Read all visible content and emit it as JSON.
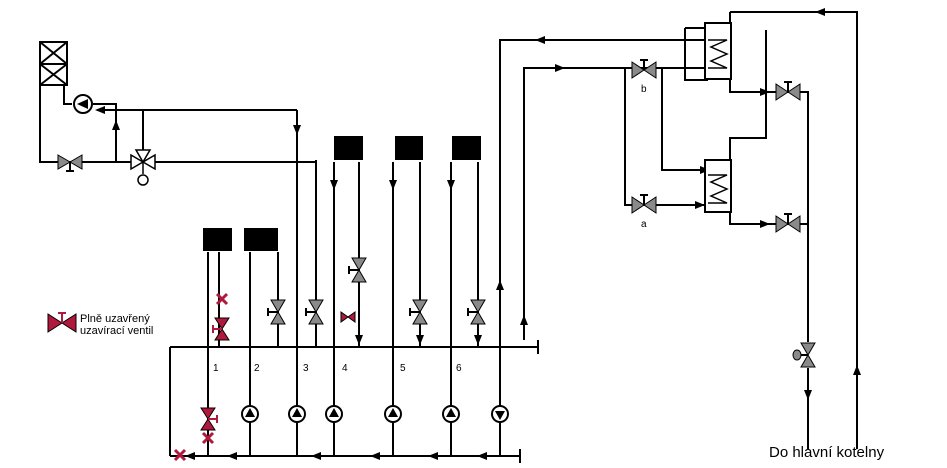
{
  "legend": {
    "line1": "Plně uzavřený",
    "line2": "uzavírací ventil"
  },
  "circuits": [
    "1",
    "2",
    "3",
    "4",
    "5",
    "6"
  ],
  "valve_labels": {
    "a": "a",
    "b": "b"
  },
  "boiler_label": "Do hlavní kotelny",
  "colors": {
    "pipe": "#000000",
    "valve": "#8a8a8a",
    "closed": "#b0193c",
    "radiator": "#000000"
  },
  "icons": [
    "radiator-icon",
    "gate-valve-icon",
    "closed-valve-icon",
    "pump-icon",
    "three-way-valve-icon",
    "heat-exchanger-icon",
    "cooling-tower-icon",
    "cross-mark-icon"
  ]
}
